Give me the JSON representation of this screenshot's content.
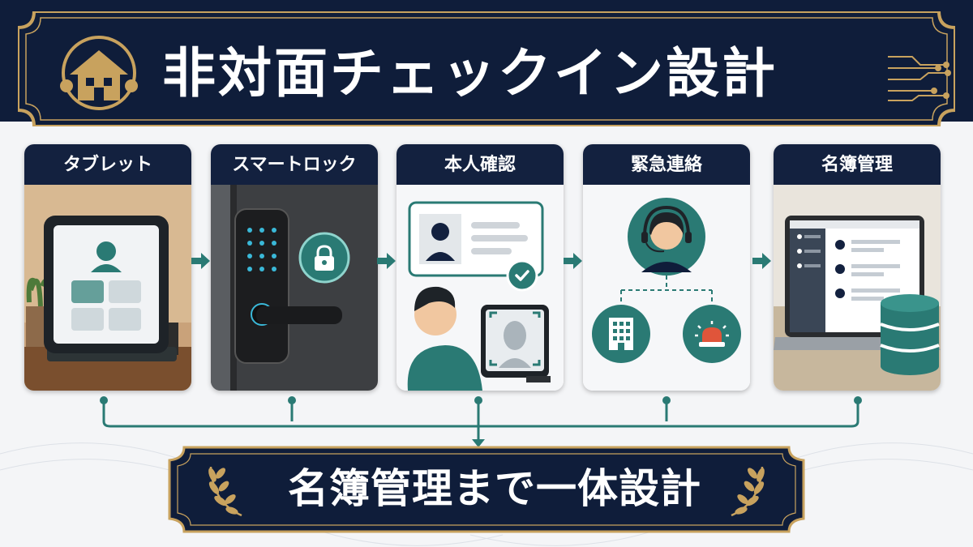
{
  "header": {
    "title": "非対面チェックイン設計"
  },
  "steps": [
    {
      "label": "タブレット"
    },
    {
      "label": "スマートロック"
    },
    {
      "label": "本人確認"
    },
    {
      "label": "緊急連絡"
    },
    {
      "label": "名簿管理"
    }
  ],
  "footer": {
    "text": "名簿管理まで一体設計"
  },
  "colors": {
    "navy": "#13213f",
    "gold": "#c8a25e",
    "teal": "#2a7a74",
    "white": "#ffffff"
  },
  "icons": [
    "house-icon",
    "circuit-icon",
    "lock-icon",
    "check-icon",
    "headset-icon",
    "building-icon",
    "alarm-icon",
    "database-icon",
    "laurel-icon"
  ]
}
